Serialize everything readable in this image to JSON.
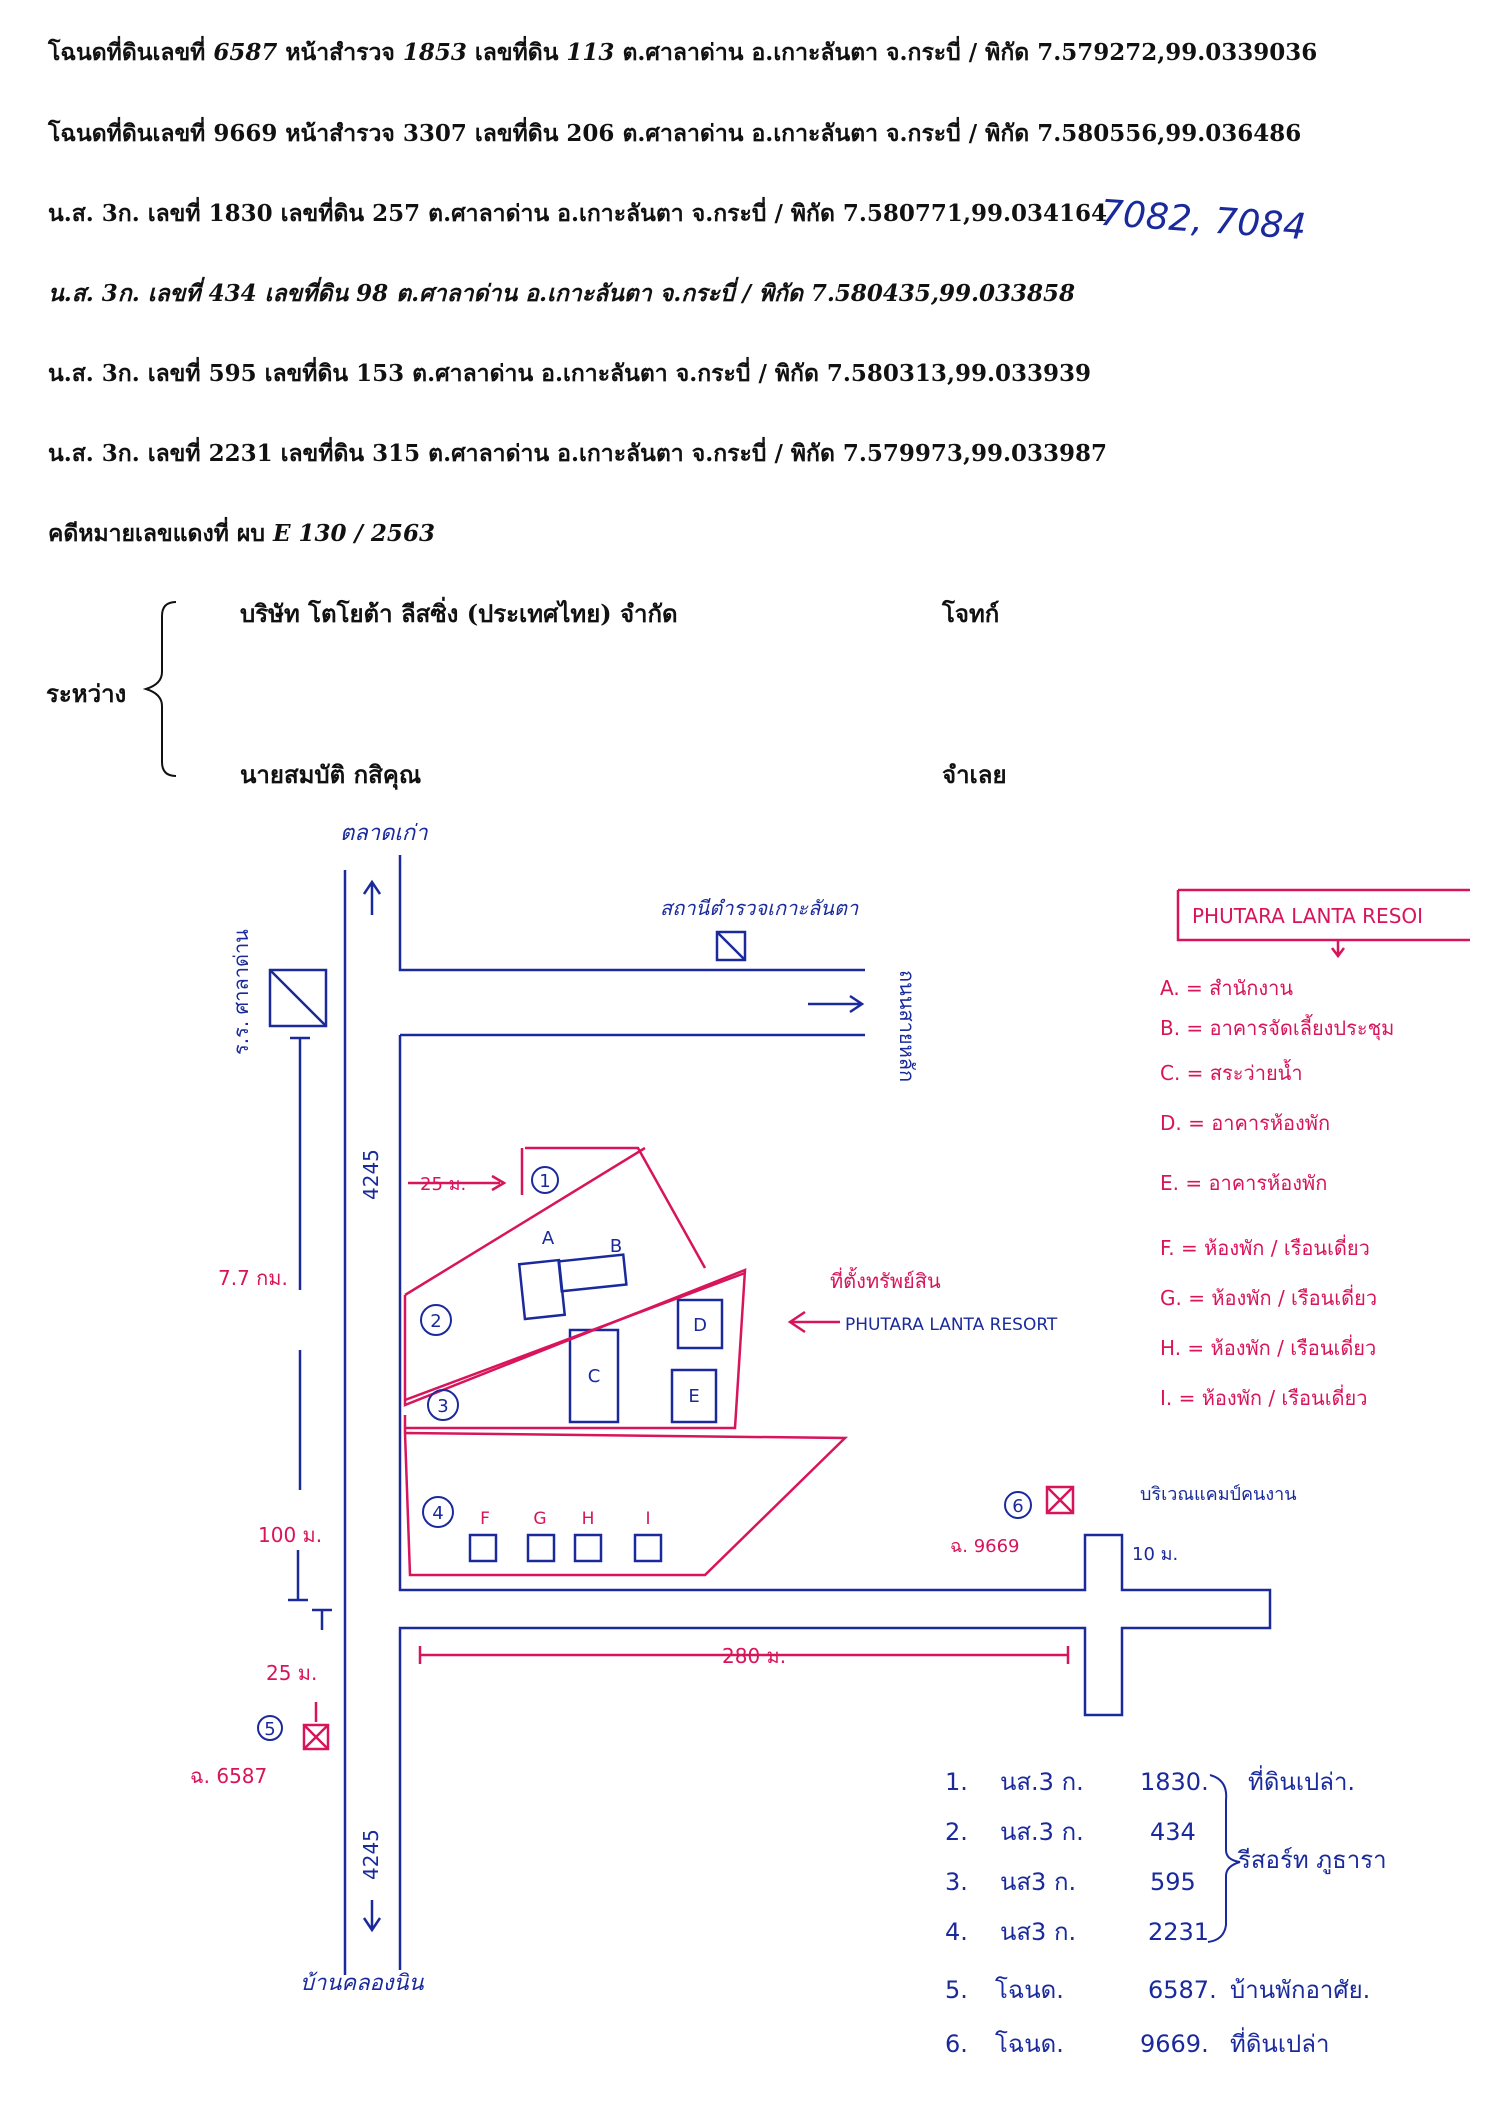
{
  "deeds": [
    {
      "a": "โฉนดที่ดินเลขที่ ",
      "num": "6587",
      "b": " หน้าสำรวจ ",
      "survey": "1853",
      "c": " เลขที่ดิน ",
      "land": "113",
      "d": " ต.ศาลาด่าน อ.เกาะลันตา จ.กระบี่ / พิกัด ",
      "coord": "7.579272,99.0339036"
    },
    {
      "a": "โฉนดที่ดินเลขที่ ",
      "num": "9669",
      "b": " หน้าสำรวจ ",
      "survey": "3307",
      "c": " เลขที่ดิน ",
      "land": "206",
      "d": " ต.ศาลาด่าน อ.เกาะลันตา จ.กระบี่ / พิกัด ",
      "coord": "7.580556,99.036486"
    }
  ],
  "ns3k": [
    {
      "a": "น.ส. 3ก. เลขที่ ",
      "num": "1830",
      "c": " เลขที่ดิน ",
      "land": "257",
      "d": " ต.ศาลาด่าน อ.เกาะลันตา จ.กระบี่ / พิกัด ",
      "coord": "7.580771,99.034164"
    },
    {
      "a": "น.ส. 3ก. เลขที่ ",
      "num": "434",
      "c": " เลขที่ดิน ",
      "land": "98",
      "d": " ต.ศาลาด่าน อ.เกาะลันตา จ.กระบี่ / พิกัด ",
      "coord": "7.580435,99.033858"
    },
    {
      "a": "น.ส. 3ก. เลขที่ ",
      "num": "595",
      "c": " เลขที่ดิน ",
      "land": "153",
      "d": " ต.ศาลาด่าน อ.เกาะลันตา จ.กระบี่ / พิกัด ",
      "coord": "7.580313,99.033939"
    },
    {
      "a": "น.ส. 3ก. เลขที่ ",
      "num": "2231",
      "c": " เลขที่ดิน ",
      "land": "315",
      "d": " ต.ศาลาด่าน อ.เกาะลันตา จ.กระบี่ / พิกัด ",
      "coord": "7.579973,99.033987"
    }
  ],
  "case": {
    "a": "คดีหมายเลขแดงที่ ผบ ",
    "b": "E 130 / 2563"
  },
  "handwritten_note": "7082, 7084",
  "parties": {
    "between": "ระหว่าง",
    "plaintiff": "บริษัท โตโยต้า ลีสซิ่ง (ประเทศไทย) จำกัด",
    "plaintiff_role": "โจทก์",
    "defendant": "นายสมบัติ กสิคุณ",
    "defendant_role": "จำเลย"
  },
  "map": {
    "north_label": "ตลาดเก่า",
    "south_label": "บ้านคลองนิน",
    "road_no_top": "4245",
    "road_no_bottom": "4245",
    "left_station": "ร.ร. ศาลาด่าน",
    "top_building": "สถานีตำรวจเกาะลันตา",
    "right_road": "ถนนสายหลัก",
    "dist_left_km": "7.7 กม.",
    "dist_100": "100 ม.",
    "dist_25": "25 ม.",
    "dist_25_inner": "25 ม.",
    "dist_280": "280 ม.",
    "dist_10": "10 ม.",
    "deed_6587": "ฉ. 6587",
    "deed_9669": "ฉ. 9669",
    "camp_label": "บริเวณแคมป์คนงาน",
    "resort_site": "ที่ตั้งทรัพย์สิน",
    "resort_name": "PHUTARA LANTA RESORT",
    "plots": [
      "1",
      "2",
      "3",
      "4"
    ],
    "buildings_top": [
      "A",
      "B"
    ],
    "buildings_mid": [
      "C",
      "D",
      "E"
    ],
    "rooms": [
      "F",
      "G",
      "H",
      "I"
    ],
    "marker5": "5",
    "marker6": "6"
  },
  "legend": {
    "title": "PHUTARA LANTA RESOI",
    "items": [
      "A. = สำนักงาน",
      "B. = อาคารจัดเลี้ยงประชุม",
      "C. = สระว่ายน้ำ",
      "D. = อาคารห้องพัก",
      "E. = อาคารห้องพัก",
      "F. = ห้องพัก / เรือนเดี่ยว",
      "G. = ห้องพัก / เรือนเดี่ยว",
      "H. = ห้องพัก / เรือนเดี่ยว",
      "I. = ห้องพัก / เรือนเดี่ยว"
    ]
  },
  "bottom_list": [
    {
      "no": "1.",
      "type": "นส.3 ก.",
      "num": "1830."
    },
    {
      "no": "2.",
      "type": "นส.3 ก.",
      "num": "434"
    },
    {
      "no": "3.",
      "type": "นส3 ก.",
      "num": "595"
    },
    {
      "no": "4.",
      "type": "นส3 ก.",
      "num": "2231"
    },
    {
      "no": "5.",
      "type": "โฉนด.",
      "num": "6587.",
      "desc": "บ้านพักอาศัย."
    },
    {
      "no": "6.",
      "type": "โฉนด.",
      "num": "9669.",
      "desc": "ที่ดินเปล่า"
    }
  ],
  "bracket_note_top": "ที่ดินเปล่า.",
  "bracket_note_mid": "รีสอร์ท ภูธารา"
}
